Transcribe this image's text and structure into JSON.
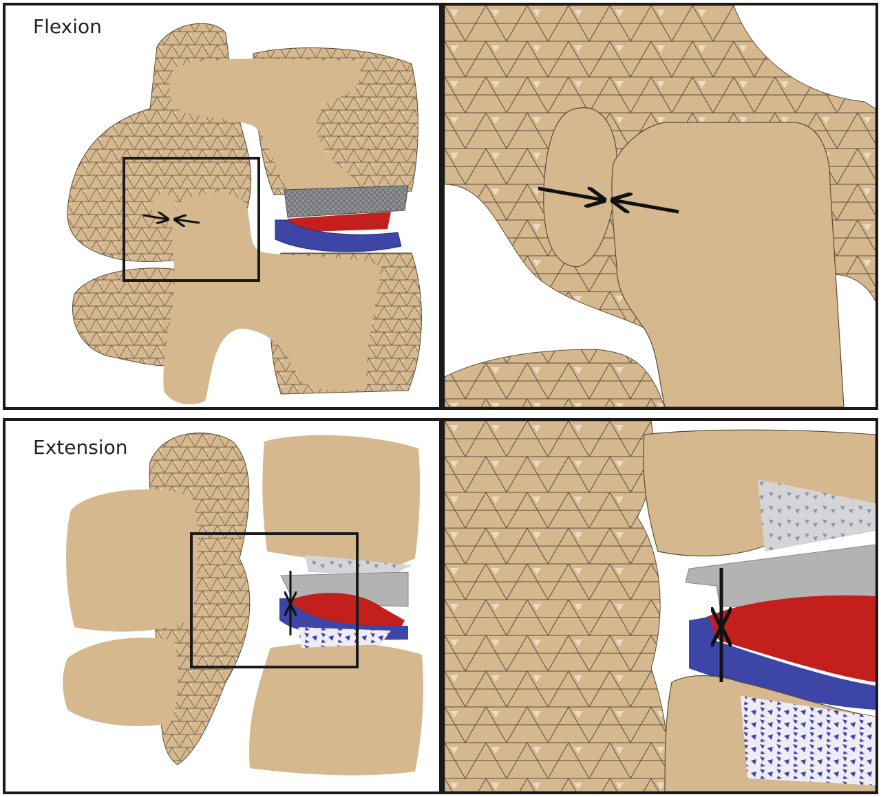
{
  "figure": {
    "panels": [
      {
        "id": "flexion-overview",
        "label": "Flexion"
      },
      {
        "id": "flexion-zoom",
        "label": ""
      },
      {
        "id": "extension-overview",
        "label": "Extension"
      },
      {
        "id": "extension-zoom",
        "label": ""
      }
    ]
  },
  "colors": {
    "bone": "#d6b88f",
    "bone_mesh_line": "#5a4a38",
    "bone_highlight": "#f4ead7",
    "implant_metal": "#8f9194",
    "implant_metal_light": "#b3b3b3",
    "implant_core": "#c3201d",
    "implant_base": "#3d45a6",
    "frame": "#1a1a1a",
    "arrow": "#111111"
  },
  "icons": {
    "contact_arrows": "converging-arrows-icon",
    "zoom_box": "zoom-region-box"
  }
}
